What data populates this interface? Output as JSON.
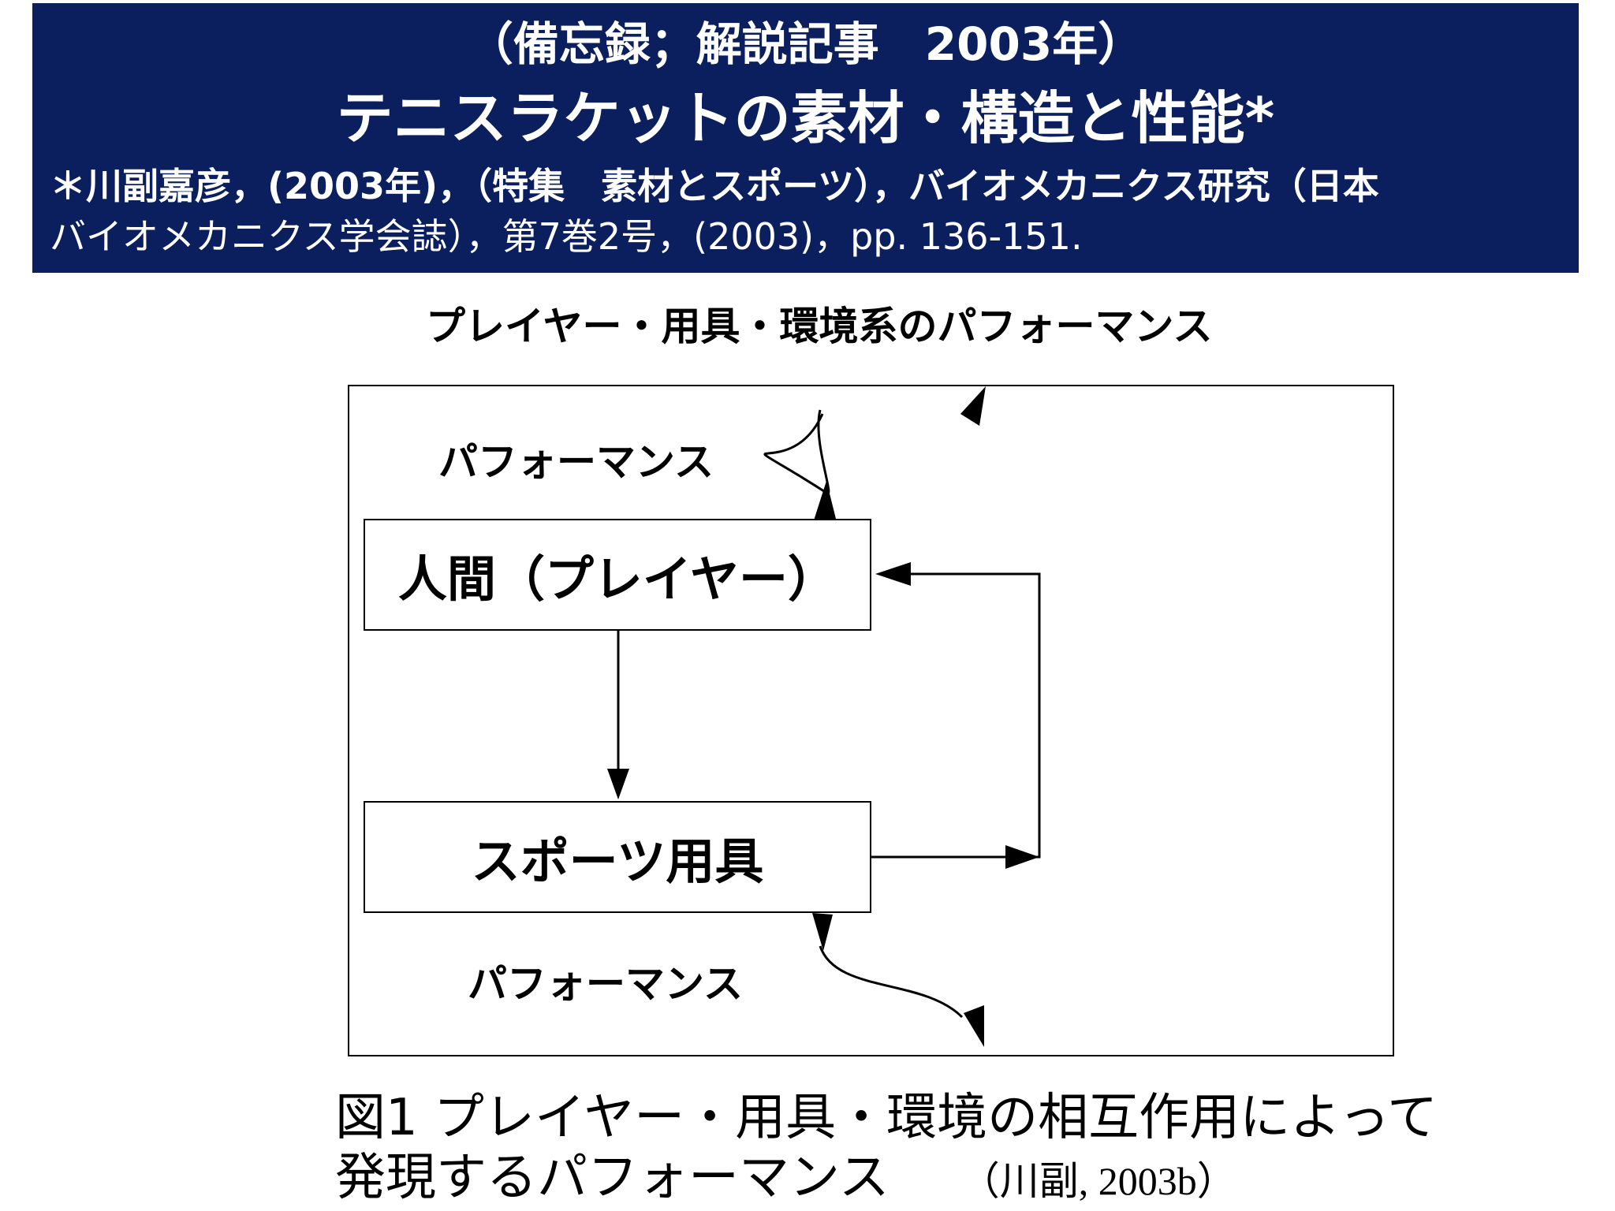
{
  "header": {
    "memo_line": "（備忘録；解説記事　2003年）",
    "title": "テニスラケットの素材・構造と性能*",
    "citation_line1": "＊川副嘉彦，(2003年)，（特集　素材とスポーツ），バイオメカニクス研究（日本",
    "citation_line2": "バイオメカニクス学会誌），第7巻2号，(2003)，pp. 136-151."
  },
  "diagram": {
    "title": "プレイヤー・用具・環境系のパフォーマンス",
    "node_player": "人間（プレイヤー）",
    "node_equipment": "スポーツ用具",
    "perf_label_top": "パフォーマンス",
    "perf_label_bottom": "パフォーマンス"
  },
  "caption": {
    "line1": "図1 プレイヤー・用具・環境の相互作用によって",
    "line2": "発現するパフォーマンス",
    "source": "（川副, 2003b）"
  }
}
